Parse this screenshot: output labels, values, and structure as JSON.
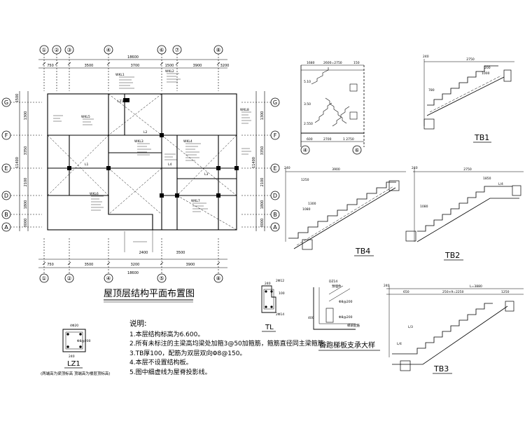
{
  "plan": {
    "title": "屋顶层结构平面布置图",
    "axes_top": [
      "①",
      "②",
      "③",
      "④",
      "⑥",
      "⑦",
      "⑧"
    ],
    "axes_bottom": [
      "①",
      "②",
      "④",
      "⑤",
      "⑧"
    ],
    "axes_left": [
      "G",
      "F",
      "E",
      "D",
      "B",
      "A"
    ],
    "axes_right": [
      "G",
      "F",
      "E",
      "D",
      "B",
      "A"
    ],
    "dims_top_total": "18600",
    "dims_top": [
      "750",
      "3500",
      "3700",
      "1500",
      "3900",
      "3200"
    ],
    "dims_bottom_total": "18600",
    "dims_bottom": [
      "750",
      "3500",
      "3200",
      "3900",
      "2400",
      "3500"
    ],
    "dims_left_total": "11400",
    "dims_left": [
      "1300",
      "3350",
      "2100",
      "1800",
      "3000",
      "1500"
    ],
    "dims_right_total": "11400",
    "dims_right": [
      "1300",
      "3350",
      "2100",
      "1800",
      "3000"
    ],
    "slab_labels": [
      "WKL1",
      "WKL2",
      "WKL3",
      "WKL4",
      "WKL5",
      "WKL6",
      "WKL7",
      "WKL8",
      "L1",
      "L2",
      "L3",
      "L4",
      "LZ1"
    ]
  },
  "stair_section": {
    "axes": [
      "④",
      "⑥"
    ],
    "dims_top": [
      "1680",
      "2600=2750",
      "150"
    ],
    "dims_bottom": [
      "600",
      "2700",
      "1 2750"
    ],
    "levels": [
      "5.10",
      "3.50",
      "2.550"
    ]
  },
  "tb1": {
    "label": "TB1",
    "dims": [
      "2750",
      "200",
      "1000",
      "780",
      "240"
    ]
  },
  "tb4": {
    "label": "TB4",
    "dims": [
      "3900",
      "1250",
      "1300",
      "1080",
      "240"
    ]
  },
  "tb2": {
    "label": "TB2",
    "dims": [
      "2750",
      "1850",
      "L/4",
      "1080",
      "240"
    ]
  },
  "tb3": {
    "label": "TB3",
    "dims": [
      "L=3880",
      "1250",
      "650",
      "250×9=2250",
      "L/3",
      "L/4",
      "240"
    ]
  },
  "tl": {
    "label": "TL",
    "dims": [
      "240",
      "100",
      "2Φ12",
      "2Φ14"
    ]
  },
  "support": {
    "title": "首跑梯板支承大样",
    "labels": [
      "预埋件",
      "Φ8@200",
      "Φ8@200",
      "400",
      "DZ14",
      "梯梁配筋"
    ]
  },
  "lz1": {
    "label": "LZ1",
    "note": "(两端高为梁顶标高 顶端高为楼层顶标高)",
    "dims": [
      "4Φ20",
      "Φ8@200",
      "240"
    ]
  },
  "notes": {
    "heading": "说明:",
    "items": [
      "1.本层结构标高为6.600。",
      "2.所有未标注的主梁高均梁处加箍3@50加箍筋，箍筋直径同主梁箍筋。",
      "3.TB厚100，配筋为双层双向Φ8@150。",
      "4.本层不设置结构板。",
      "5.图中细虚线为屋脊投影线。"
    ]
  }
}
